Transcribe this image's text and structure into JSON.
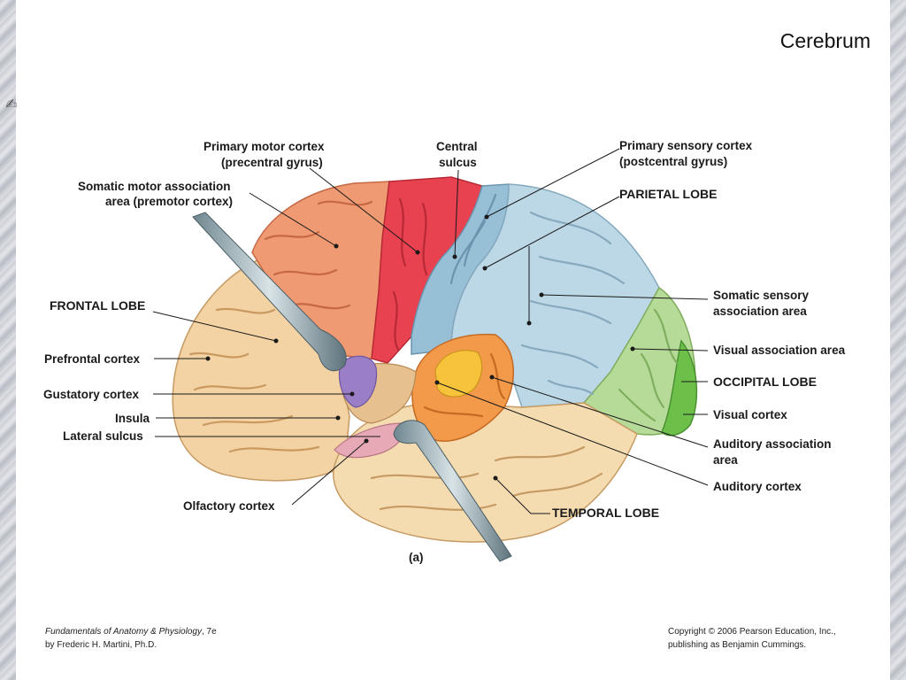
{
  "slide": {
    "title": "Cerebrum",
    "figure_label": "(a)"
  },
  "labels": {
    "primary_motor_line1": "Primary motor cortex",
    "primary_motor_line2": "(precentral gyrus)",
    "central_sulcus_line1": "Central",
    "central_sulcus_line2": "sulcus",
    "primary_sensory_line1": "Primary sensory cortex",
    "primary_sensory_line2": "(postcentral gyrus)",
    "somatic_motor_line1": "Somatic motor association",
    "somatic_motor_line2": "area (premotor cortex)",
    "parietal_lobe": "PARIETAL  LOBE",
    "frontal_lobe": "FRONTAL LOBE",
    "somatic_sensory_line1": "Somatic sensory",
    "somatic_sensory_line2": "association area",
    "prefrontal": "Prefrontal cortex",
    "visual_association": "Visual association area",
    "gustatory": "Gustatory cortex",
    "occipital_lobe": "OCCIPITAL LOBE",
    "insula": "Insula",
    "visual_cortex": "Visual cortex",
    "lateral_sulcus": "Lateral sulcus",
    "auditory_association_line1": "Auditory association",
    "auditory_association_line2": "area",
    "auditory_cortex": "Auditory  cortex",
    "olfactory": "Olfactory cortex",
    "temporal_lobe": "TEMPORAL LOBE"
  },
  "credits": {
    "book_title": "Fundamentals of Anatomy & Physiology",
    "edition": ", 7e",
    "author": "by Frederic H. Martini, Ph.D.",
    "copyright": "Copyright © 2006 Pearson Education, Inc.,",
    "publisher": "publishing as Benjamin Cummings."
  },
  "colors": {
    "frontal": "#f3d2a3",
    "premotor": "#ef9a72",
    "primary_motor": "#e8414f",
    "primary_sensory": "#97bfd6",
    "parietal": "#bcd8e6",
    "occipital": "#b6db98",
    "visual_cortex": "#6cc04a",
    "temporal": "#f5dcb0",
    "auditory_association": "#f29a4a",
    "auditory_cortex": "#f7c33a",
    "gustatory": "#9a7fc7",
    "olfactory": "#e7a9b6"
  }
}
